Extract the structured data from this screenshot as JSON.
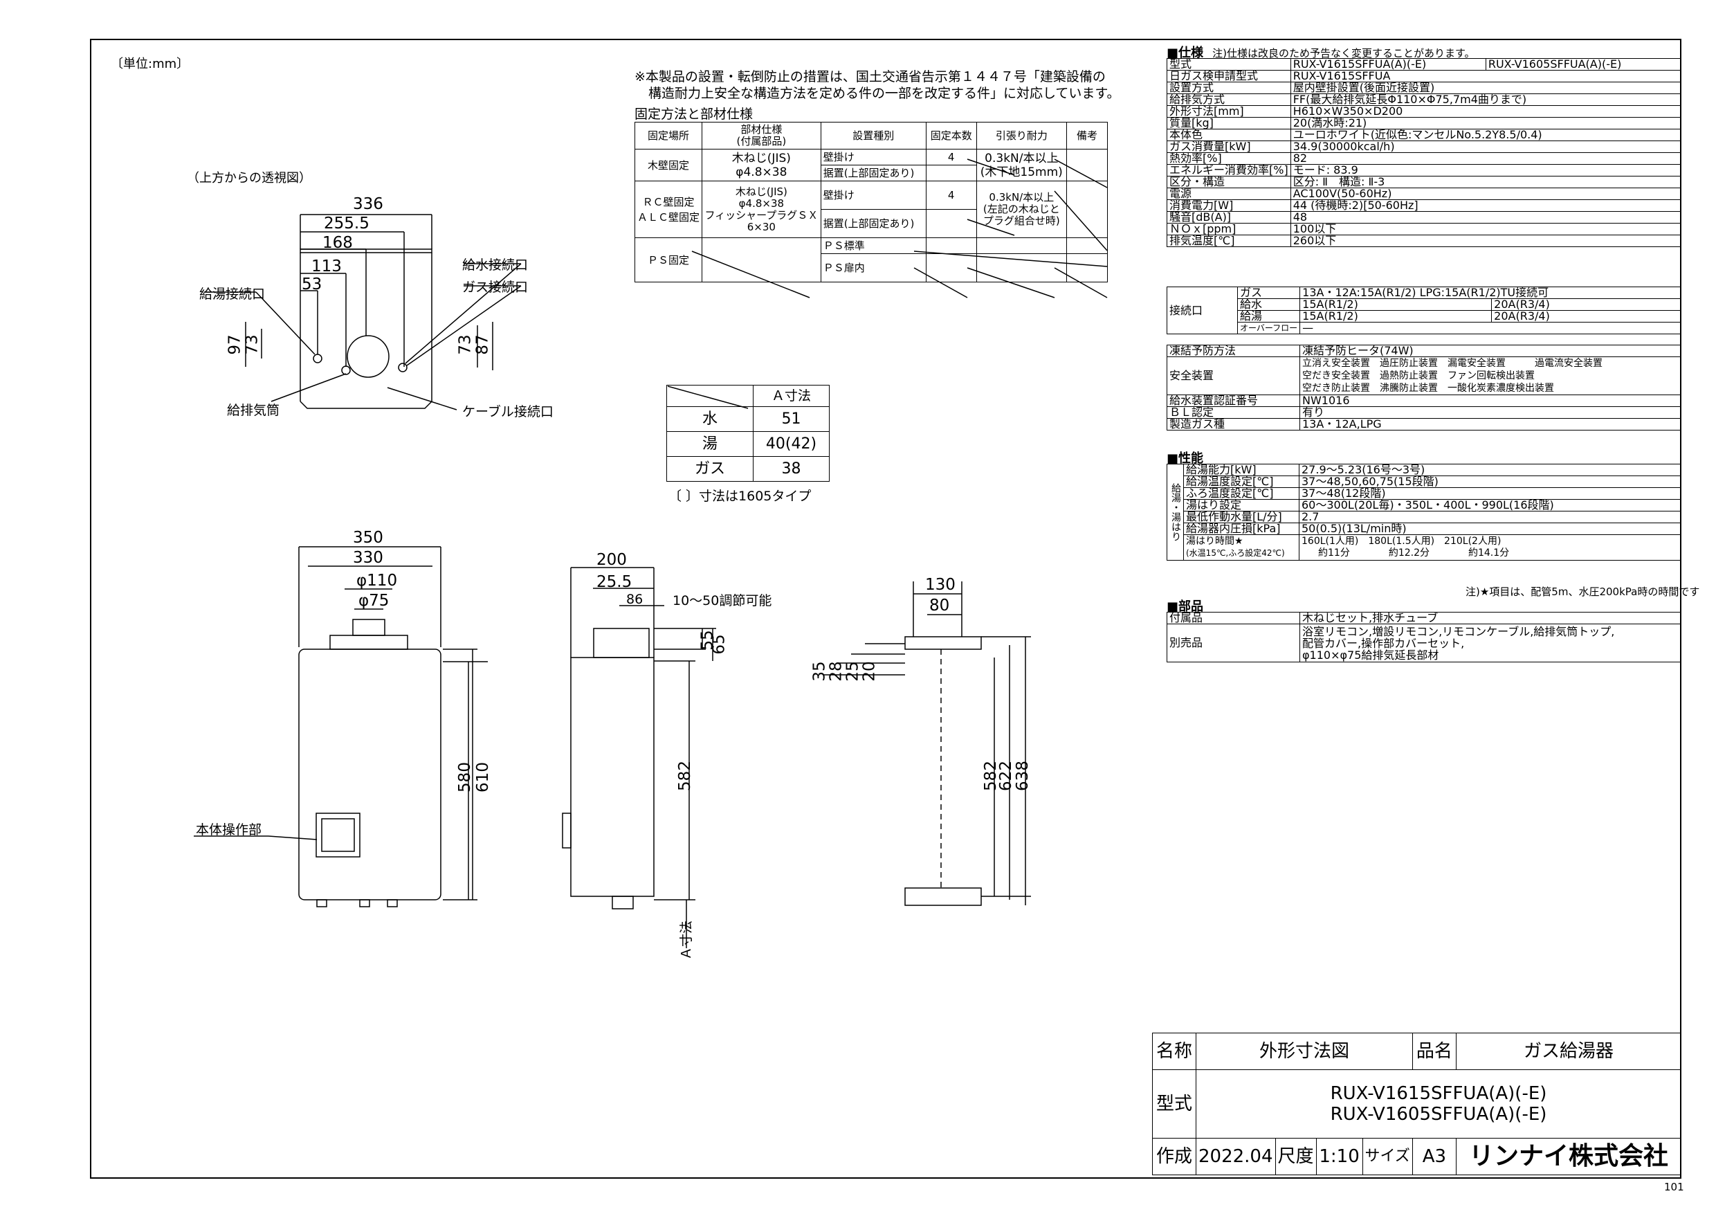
{
  "unit_note": "〔単位:mm〕",
  "top_view_title": "（上方からの透視図）",
  "install_note": [
    "※本製品の設置・転倒防止の措置は、国土交通省告示第１４４７号「建築設備の",
    "構造耐力上安全な構造方法を定める件の一部を改定する件」に対応しています。"
  ],
  "fix_title": "固定方法と部材仕様",
  "fix_table": {
    "headers": [
      "固定場所",
      "部材仕様\n(付属部品)",
      "設置種別",
      "固定本数",
      "引張り耐力",
      "備考"
    ],
    "wood": {
      "place": "木壁固定",
      "member": [
        "木ねじ(JIS)",
        "φ4.8×38"
      ],
      "type1": "壁掛け",
      "type2": "据置(上部固定あり)",
      "count": "4",
      "strength": [
        "0.3kN/本以上",
        "(木下地15mm)"
      ]
    },
    "rc": {
      "place": [
        "ＲＣ壁固定",
        "ＡＬＣ壁固定"
      ],
      "member": [
        "木ねじ(JIS)",
        "φ4.8×38",
        "フィッシャープラグＳＸ",
        "6×30"
      ],
      "type1": "壁掛け",
      "type2": "据置(上部固定あり)",
      "count": "4",
      "strength": [
        "0.3kN/本以上",
        "(左記の木ねじと",
        "プラグ組合せ時)"
      ]
    },
    "ps": {
      "place": "ＰＳ固定",
      "type1": "ＰＳ標準",
      "type2": "ＰＳ扉内"
    }
  },
  "a_table": {
    "header": "Ａ寸法",
    "rows": [
      [
        "水",
        "51"
      ],
      [
        "湯",
        "40(42)"
      ],
      [
        "ガス",
        "38"
      ]
    ],
    "note": "〔 〕寸法は1605タイプ"
  },
  "labels": {
    "hot_conn": "給湯接続口",
    "water_conn": "給水接続口",
    "gas_conn": "ガス接続口",
    "exhaust": "給排気筒",
    "cable": "ケーブル接続口",
    "panel": "本体操作部",
    "adjust": "10〜50調節可能",
    "a_dim": "Ａ寸法"
  },
  "dims_top": {
    "d336": "336",
    "d255": "255.5",
    "d168": "168",
    "d113": "113",
    "d53": "53",
    "d97": "97",
    "d73a": "73",
    "d73b": "73",
    "d87": "87"
  },
  "dims_front": {
    "d350": "350",
    "d330": "330",
    "d110": "φ110",
    "d75": "φ75",
    "d580": "580",
    "d610": "610"
  },
  "dims_side": {
    "d200": "200",
    "d25": "25.5",
    "d86": "86",
    "d55": "55",
    "d65": "65",
    "d582": "582"
  },
  "dims_bracket": {
    "d130": "130",
    "d80": "80",
    "d35": "35",
    "d28": "28",
    "d25": "25",
    "d20": "20",
    "d582": "582",
    "d622": "622",
    "d638": "638"
  },
  "spec": {
    "title": "■仕様",
    "note": "注)仕様は改良のため予告なく変更することがあります。",
    "rows": [
      [
        "型式",
        "RUX-V1615SFFUA(A)(-E)",
        "RUX-V1605SFFUA(A)(-E)"
      ],
      [
        "日ガス検申請型式",
        "RUX-V1615SFFUA",
        ""
      ],
      [
        "設置方式",
        "屋内壁掛設置(後面近接設置)",
        ""
      ],
      [
        "給排気方式",
        "FF(最大給排気延長Φ110×Φ75,7m4曲りまで)",
        ""
      ],
      [
        "外形寸法[mm]",
        "H610×W350×D200",
        ""
      ],
      [
        "質量[kg]",
        "20(満水時:21)",
        ""
      ],
      [
        "本体色",
        "ユーロホワイト(近似色:マンセルNo.5.2Y8.5/0.4)",
        ""
      ],
      [
        "ガス消費量[kW]",
        "34.9(30000kcal/h)",
        ""
      ],
      [
        "熱効率[%]",
        "82",
        ""
      ],
      [
        "エネルギー消費効率[%]",
        "モード: 83.9",
        ""
      ],
      [
        "区分・構造",
        "区分: Ⅱ　構造: Ⅱ-3",
        ""
      ],
      [
        "電源",
        "AC100V(50-60Hz)",
        ""
      ],
      [
        "消費電力[W]",
        "44 (待機時:2)[50-60Hz]",
        ""
      ],
      [
        "騒音[dB(A)]",
        "48",
        ""
      ],
      [
        "ＮＯｘ[ppm]",
        "100以下",
        ""
      ],
      [
        "排気温度[℃]",
        "260以下",
        ""
      ]
    ],
    "conn_label": "接続口",
    "conn": [
      [
        "ガス",
        "13A・12A:15A(R1/2) LPG:15A(R1/2)TU接続可",
        ""
      ],
      [
        "給水",
        "15A(R1/2)",
        "20A(R3/4)"
      ],
      [
        "給湯",
        "15A(R1/2)",
        "20A(R3/4)"
      ],
      [
        "オーバーフロー",
        "—",
        ""
      ]
    ],
    "freeze": [
      "凍結予防方法",
      "凍結予防ヒータ(74W)"
    ],
    "safety_label": "安全装置",
    "safety": [
      "立消え安全装置　過圧防止装置　漏電安全装置　　　過電流安全装置",
      "空だき安全装置　過熱防止装置　ファン回転検出装置",
      "空だき防止装置　沸騰防止装置　一酸化炭素濃度検出装置"
    ],
    "rows2": [
      [
        "給水装置認証番号",
        "NW1016"
      ],
      [
        "ＢＬ認定",
        "有り"
      ],
      [
        "製造ガス種",
        "13A・12A,LPG"
      ]
    ]
  },
  "perf": {
    "title": "■性能",
    "side": "給湯・湯はり",
    "rows": [
      [
        "給湯能力[kW]",
        "27.9〜5.23(16号〜3号)"
      ],
      [
        "給湯温度設定[℃]",
        "37〜48,50,60,75(15段階)"
      ],
      [
        "ふろ温度設定[℃]",
        "37〜48(12段階)"
      ],
      [
        "湯はり設定",
        "60〜300L(20L毎)・350L・400L・990L(16段階)"
      ],
      [
        "最低作動水量[L/分]",
        "2.7"
      ],
      [
        "給湯器内圧損[kPa]",
        "50(0.5)(13L/min時)"
      ]
    ],
    "time_label": [
      "湯はり時間★",
      "(水温15℃,ふろ設定42℃)"
    ],
    "time_vals": [
      "160L(1人用)　180L(1.5人用)　210L(2人用)",
      "約11分　　　　約12.2分　　　　約14.1分"
    ],
    "note": "注)★項目は、配管5m、水圧200kPa時の時間です"
  },
  "parts": {
    "title": "■部品",
    "accessory": [
      "付属品",
      "木ねじセット,排水チューブ"
    ],
    "optional_label": "別売品",
    "optional": [
      "浴室リモコン,増設リモコン,リモコンケーブル,給排気筒トップ,",
      "配管カバー,操作部カバーセット,",
      "φ110×φ75給排気延長部材"
    ]
  },
  "title_block": {
    "name_label": "名称",
    "name": "外形寸法図",
    "product_label": "品名",
    "product": "ガス給湯器",
    "model_label": "型式",
    "models": [
      "RUX-V1615SFFUA(A)(-E)",
      "RUX-V1605SFFUA(A)(-E)"
    ],
    "made_label": "作成",
    "date": "2022.04",
    "scale_label": "尺度",
    "scale": "1:10",
    "size_label": "サイズ",
    "size": "A3",
    "company": "リンナイ株式会社"
  },
  "page_num": "101"
}
